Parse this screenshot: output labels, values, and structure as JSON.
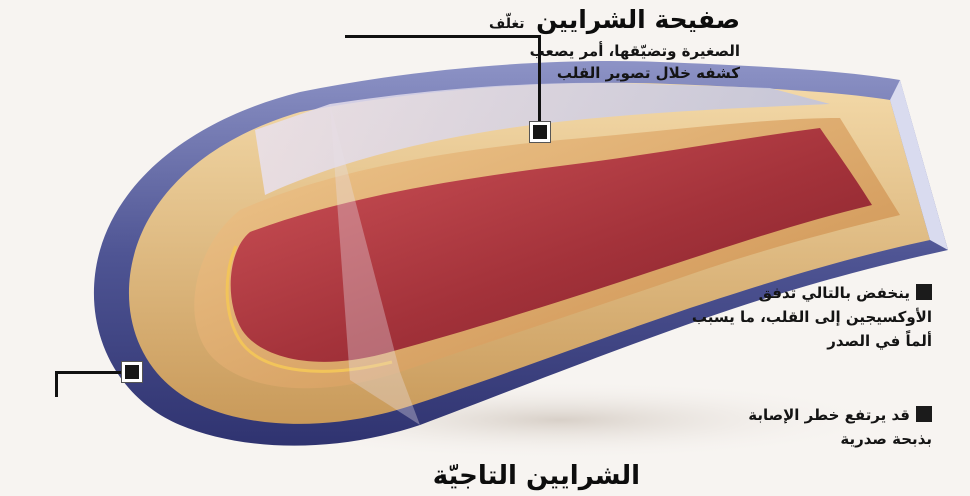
{
  "header": {
    "title": "صفيحة الشرايين",
    "subtitle_start": "تغلّف",
    "line2": "الصغيرة وتضيّقها، أمر يصعب",
    "line3": "كشفه خلال تصوير القلب"
  },
  "note_flow": {
    "line1": "ينخفض بالتالي تدفق",
    "line2": "الأوكسيجين إلى القلب، ما يسبب",
    "line3": "ألماً في الصدر"
  },
  "note_risk": {
    "line1": "قد يرتفع خطر الإصابة",
    "line2": "بذبحة صدرية"
  },
  "footer": {
    "partial_title": "الشرايين التاجيّة"
  },
  "colors": {
    "lumen": "#b53a3f",
    "plaque": "#e0b37a",
    "outer_wall": "#5a5f9a",
    "background": "#f7f4f1"
  }
}
